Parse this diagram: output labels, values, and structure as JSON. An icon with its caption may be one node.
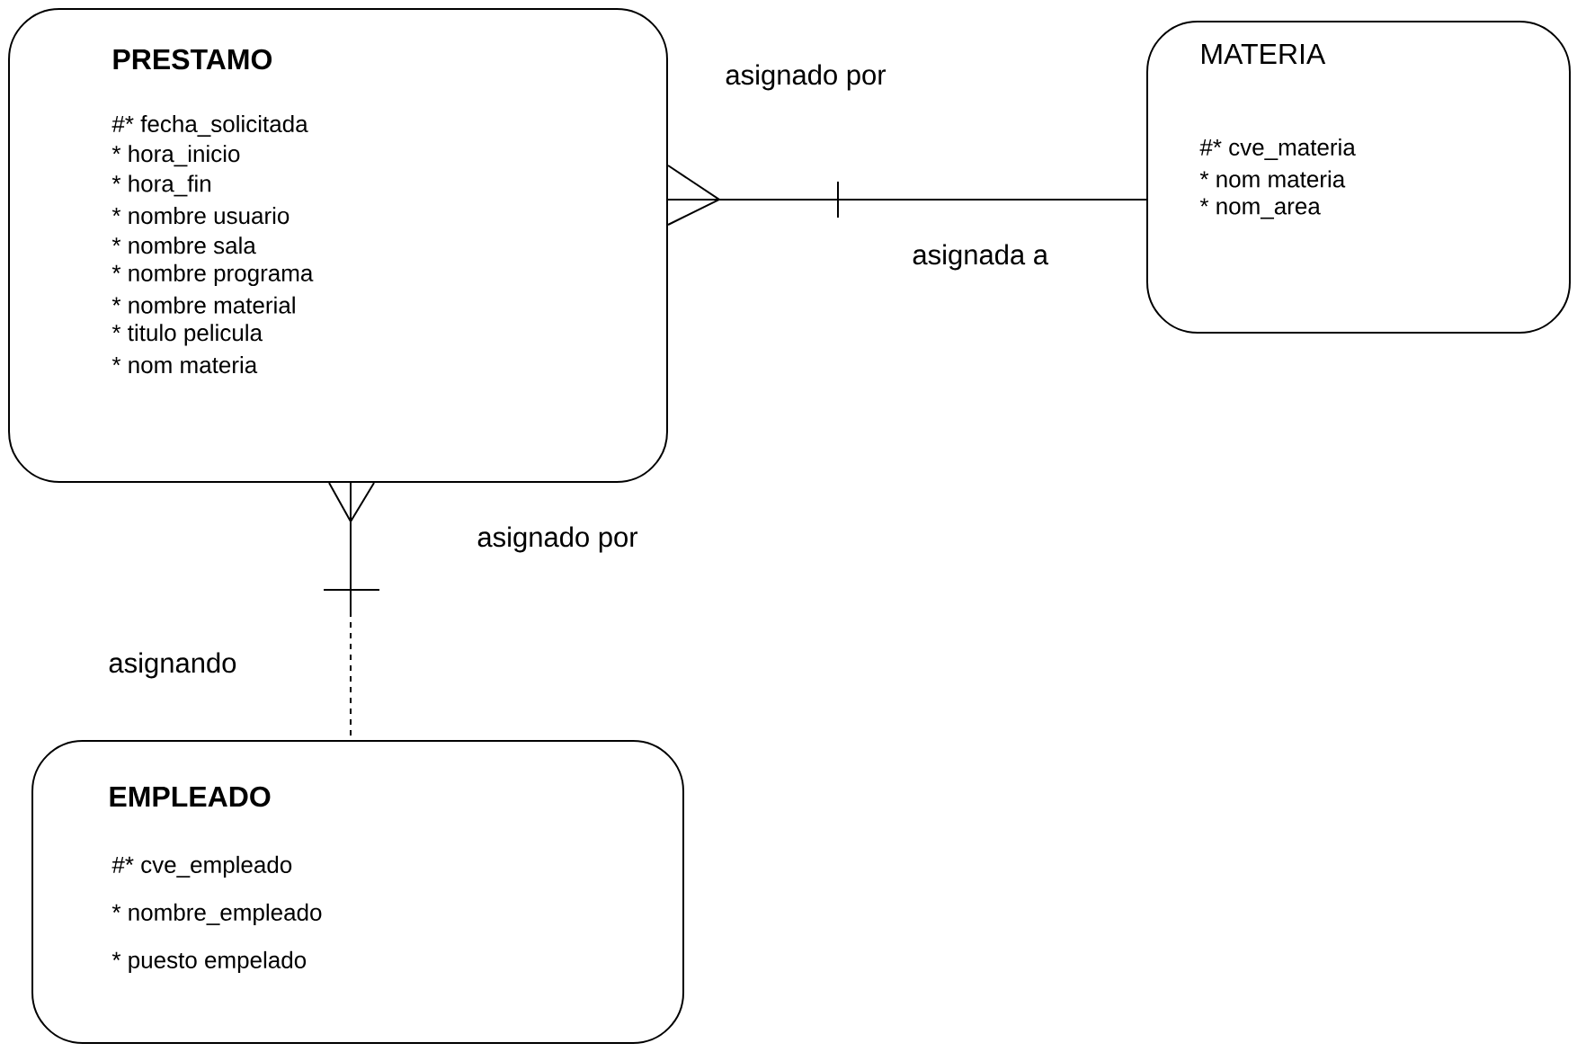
{
  "diagram": {
    "nodes": [
      {
        "text": [
          "PRESTAMO",
          "#* fecha_solicitada",
          "* hora_inicio",
          "* hora_fin",
          "* nombre usuario",
          "* nombre sala",
          "* nombre programa",
          "* nombre material",
          "* titulo pelicula",
          "* nom materia"
        ]
      },
      {
        "text": [
          "MATERIA",
          "#* cve_materia",
          "* nom materia",
          "* nom_area"
        ]
      },
      {
        "text": [
          "EMPLEADO",
          "#* cve_empleado",
          "* nombre_empleado",
          "* puesto empelado"
        ]
      }
    ],
    "edges": [
      {
        "from": 0,
        "to": 1,
        "arrow": "other"
      },
      {
        "from": 0,
        "to": 2,
        "arrow": "other"
      }
    ],
    "labels": [
      "asignado por",
      "asignada a",
      "asignado por",
      "asignando"
    ]
  }
}
